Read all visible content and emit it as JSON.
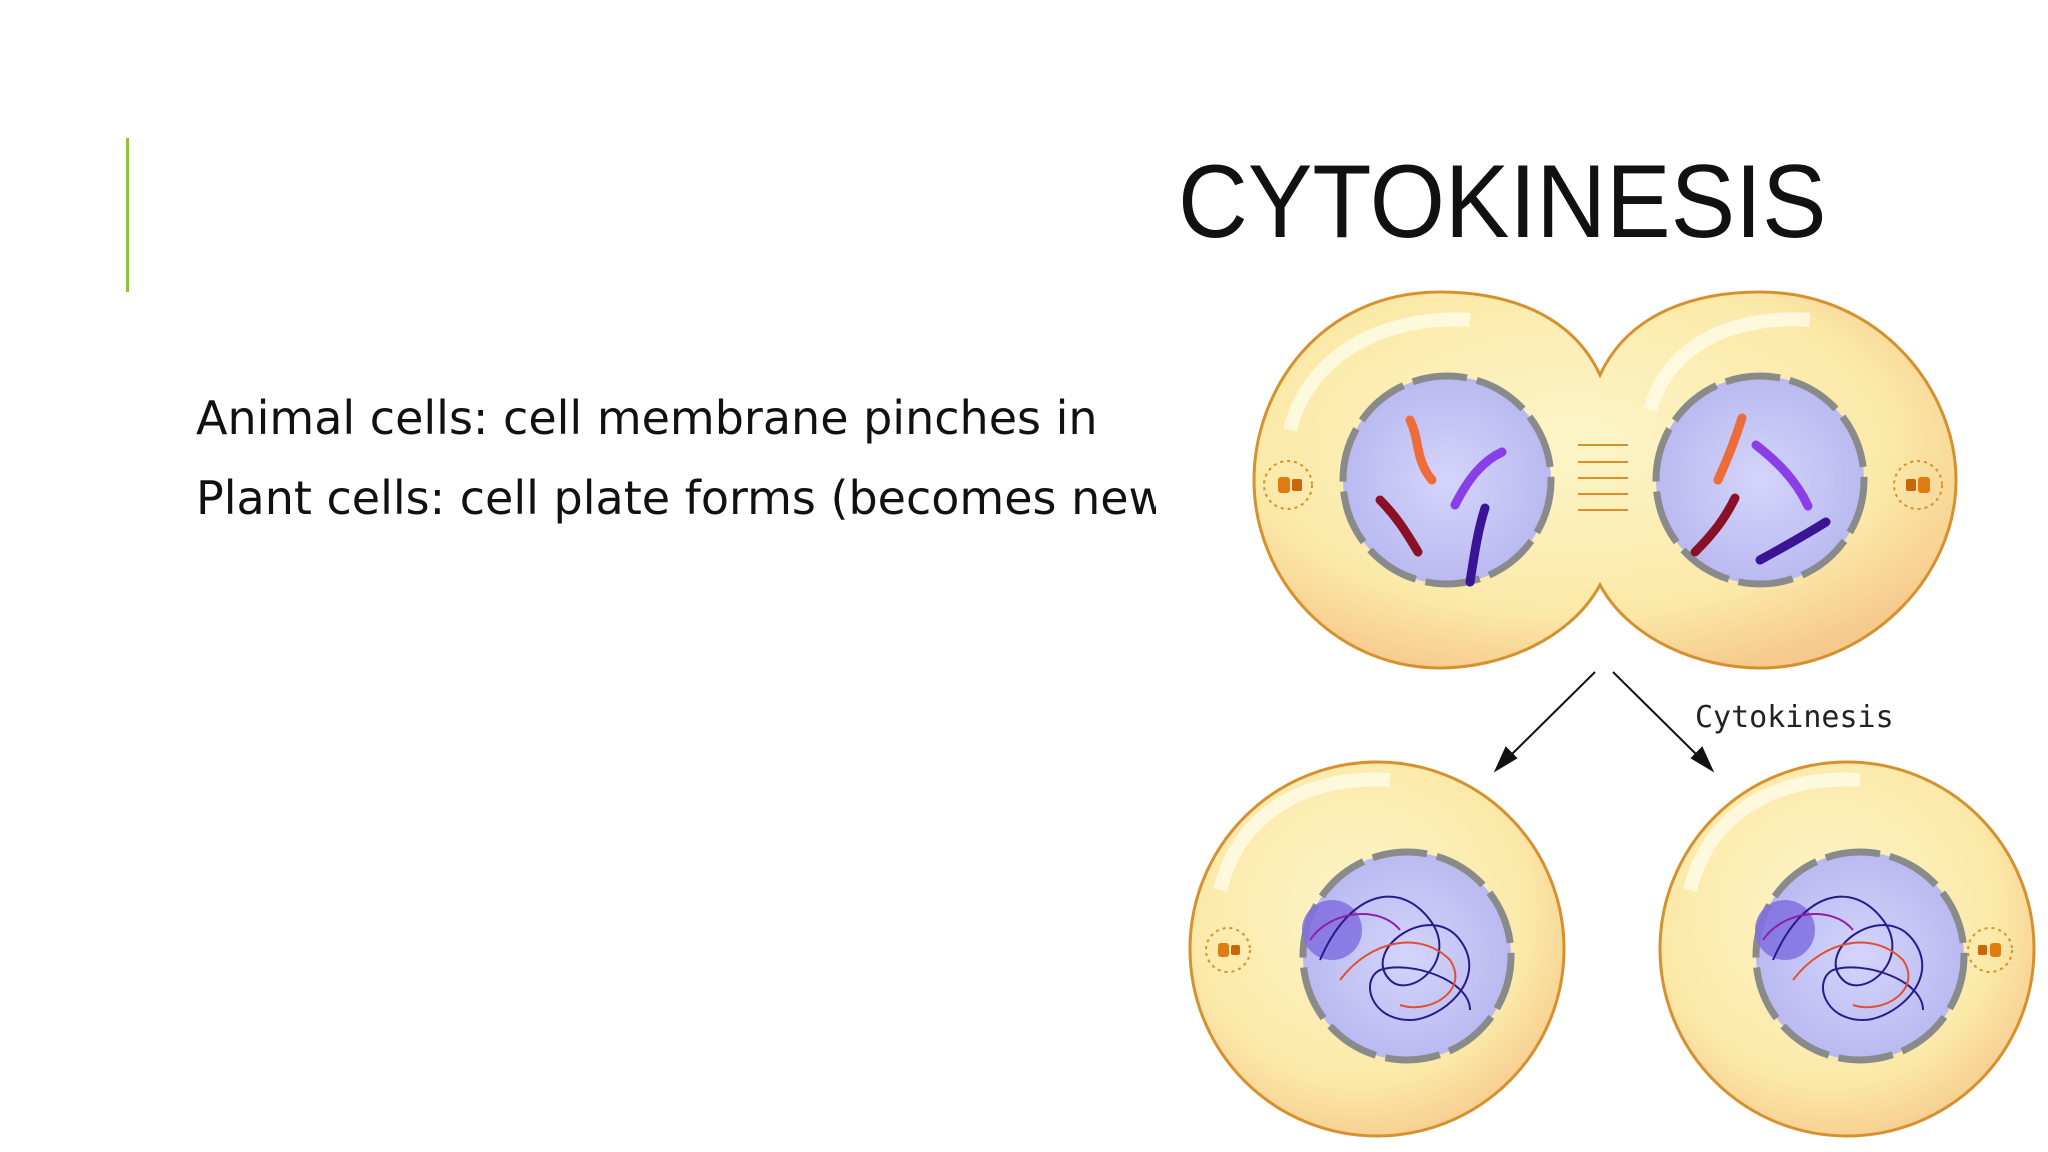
{
  "slide": {
    "title": "CYTOKINESIS",
    "bullets": [
      "Animal cells: cell membrane pinches in",
      "Plant cells: cell plate forms (becomes new"
    ],
    "accent_color": "#8cc43c"
  },
  "figure": {
    "label": "Cytokinesis",
    "icons": [
      "dividing-cell-icon",
      "daughter-cell-icon",
      "arrow-icon"
    ]
  }
}
